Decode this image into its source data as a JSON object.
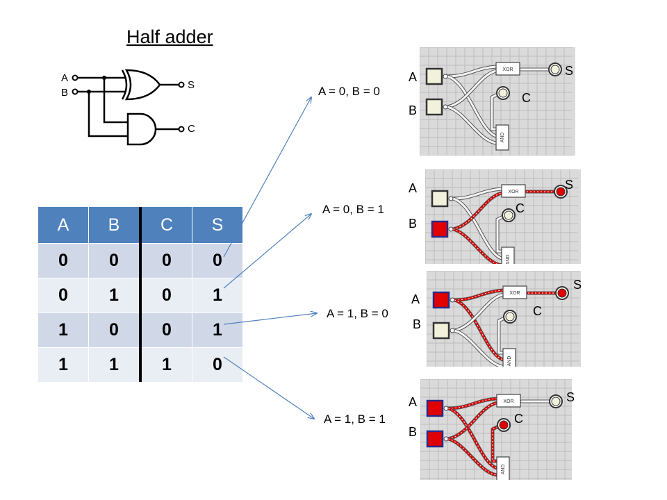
{
  "title": "Half adder",
  "gate_diagram": {
    "input_a": "A",
    "input_b": "B",
    "output_s": "S",
    "output_c": "C"
  },
  "truth_table": {
    "headers": [
      "A",
      "B",
      "C",
      "S"
    ],
    "rows": [
      [
        "0",
        "0",
        "0",
        "0"
      ],
      [
        "0",
        "1",
        "0",
        "1"
      ],
      [
        "1",
        "0",
        "0",
        "1"
      ],
      [
        "1",
        "1",
        "1",
        "0"
      ]
    ]
  },
  "cases": [
    {
      "label": "A = 0, B = 0",
      "a": 0,
      "b": 0,
      "s": 0,
      "c": 0
    },
    {
      "label": "A = 0, B = 1",
      "a": 0,
      "b": 1,
      "s": 1,
      "c": 0
    },
    {
      "label": "A = 1, B = 0",
      "a": 1,
      "b": 0,
      "s": 1,
      "c": 0
    },
    {
      "label": "A = 1, B = 1",
      "a": 1,
      "b": 1,
      "s": 0,
      "c": 1
    }
  ],
  "circuit": {
    "label_a": "A",
    "label_b": "B",
    "label_s": "S",
    "label_c": "C",
    "xor_label": "XOR",
    "and_label": "AND"
  },
  "colors": {
    "header": "#4f81bd",
    "row_odd": "#d0d8e8",
    "row_even": "#e9edf4",
    "active": "#e00000",
    "arrow": "#4f81bd",
    "panel": "#dadada"
  }
}
